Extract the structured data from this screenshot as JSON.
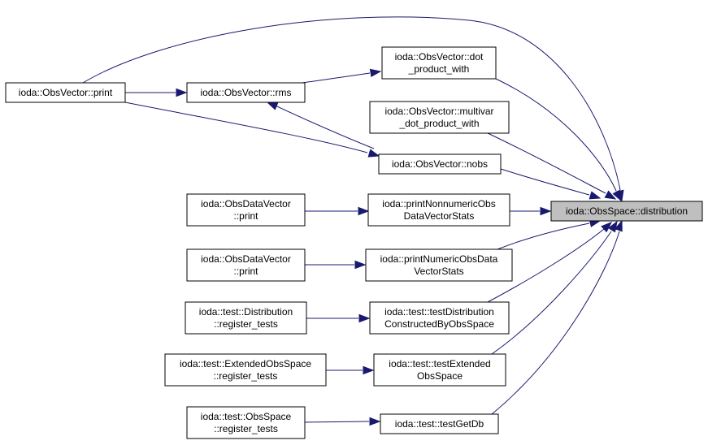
{
  "diagram": {
    "nodes": {
      "obsvector_print": {
        "lines": [
          "ioda::ObsVector::print"
        ]
      },
      "obsvector_rms": {
        "lines": [
          "ioda::ObsVector::rms"
        ]
      },
      "obsvector_dot_product_with": {
        "lines": [
          "ioda::ObsVector::dot",
          "_product_with"
        ]
      },
      "obsvector_multivar_dot_product_with": {
        "lines": [
          "ioda::ObsVector::multivar",
          "_dot_product_with"
        ]
      },
      "obsvector_nobs": {
        "lines": [
          "ioda::ObsVector::nobs"
        ]
      },
      "obsdatavector_print_1": {
        "lines": [
          "ioda::ObsDataVector",
          "::print"
        ]
      },
      "print_nonnumeric_stats": {
        "lines": [
          "ioda::printNonnumericObs",
          "DataVectorStats"
        ]
      },
      "obsspace_distribution": {
        "lines": [
          "ioda::ObsSpace::distribution"
        ]
      },
      "obsdatavector_print_2": {
        "lines": [
          "ioda::ObsDataVector",
          "::print"
        ]
      },
      "print_numeric_stats": {
        "lines": [
          "ioda::printNumericObsData",
          "VectorStats"
        ]
      },
      "distribution_register_tests": {
        "lines": [
          "ioda::test::Distribution",
          "::register_tests"
        ]
      },
      "test_distribution_constructed": {
        "lines": [
          "ioda::test::testDistribution",
          "ConstructedByObsSpace"
        ]
      },
      "extendedobsspace_register_tests": {
        "lines": [
          "ioda::test::ExtendedObsSpace",
          "::register_tests"
        ]
      },
      "test_extended_obsspace": {
        "lines": [
          "ioda::test::testExtended",
          "ObsSpace"
        ]
      },
      "obsspace_register_tests": {
        "lines": [
          "ioda::test::ObsSpace",
          "::register_tests"
        ]
      },
      "test_get_db": {
        "lines": [
          "ioda::test::testGetDb"
        ]
      }
    },
    "colors": {
      "edge": "#191970",
      "highlight_fill": "#bfbfbf",
      "node_fill": "#ffffff",
      "node_border": "#000000"
    }
  }
}
